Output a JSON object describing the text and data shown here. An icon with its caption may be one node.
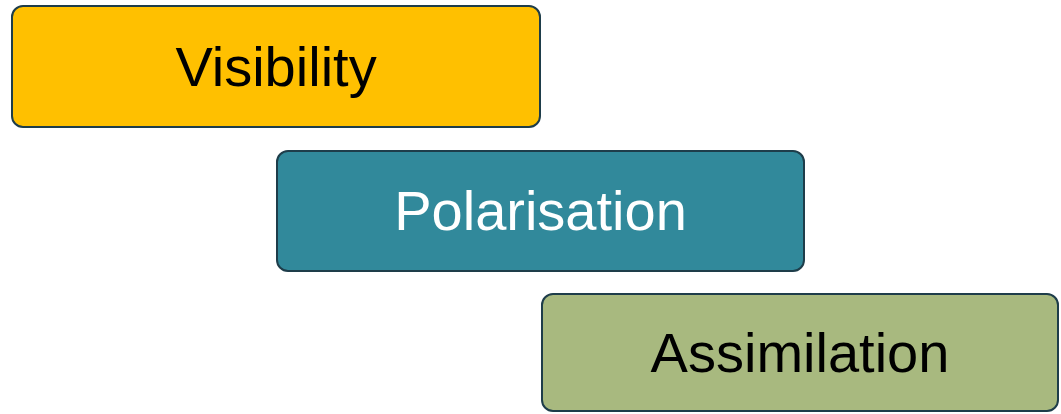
{
  "diagram": {
    "nodes": [
      {
        "text": [
          "Visibility"
        ]
      },
      {
        "text": [
          "Polarisation"
        ]
      },
      {
        "text": [
          "Assimilation"
        ]
      }
    ]
  }
}
